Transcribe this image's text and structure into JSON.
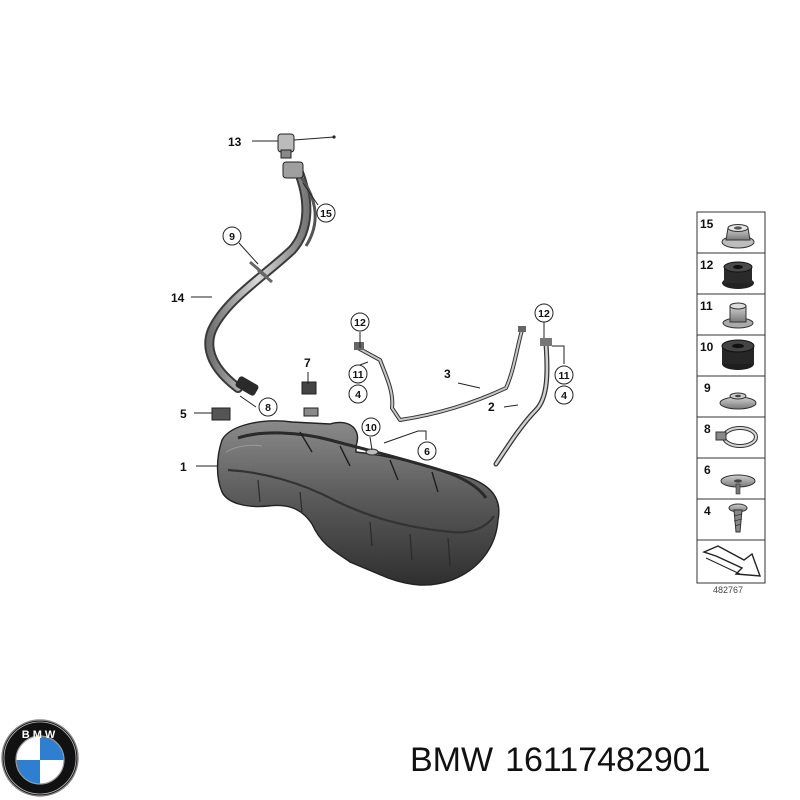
{
  "diagram": {
    "callouts": {
      "c1": "1",
      "c2": "2",
      "c3": "3",
      "c4a": "4",
      "c4b": "4",
      "c5": "5",
      "c6": "6",
      "c7": "7",
      "c8": "8",
      "c9": "9",
      "c10": "10",
      "c11a": "11",
      "c11b": "11",
      "c12a": "12",
      "c12b": "12",
      "c13": "13",
      "c14": "14",
      "c15": "15"
    },
    "legend": [
      "15",
      "12",
      "11",
      "10",
      "9",
      "8",
      "6",
      "4"
    ],
    "drawing_number": "482767"
  },
  "caption": {
    "brand": "BMW",
    "part_number": "16117482901"
  },
  "logo": {
    "letters": "BMW",
    "colors": {
      "blue": "#2f7fd0",
      "ring": "#111111",
      "white": "#ffffff"
    }
  },
  "colors": {
    "tank": "#5a5a5a",
    "tank_dark": "#2e2e2e",
    "line": "#222222",
    "metal": "#9a9a9a"
  }
}
